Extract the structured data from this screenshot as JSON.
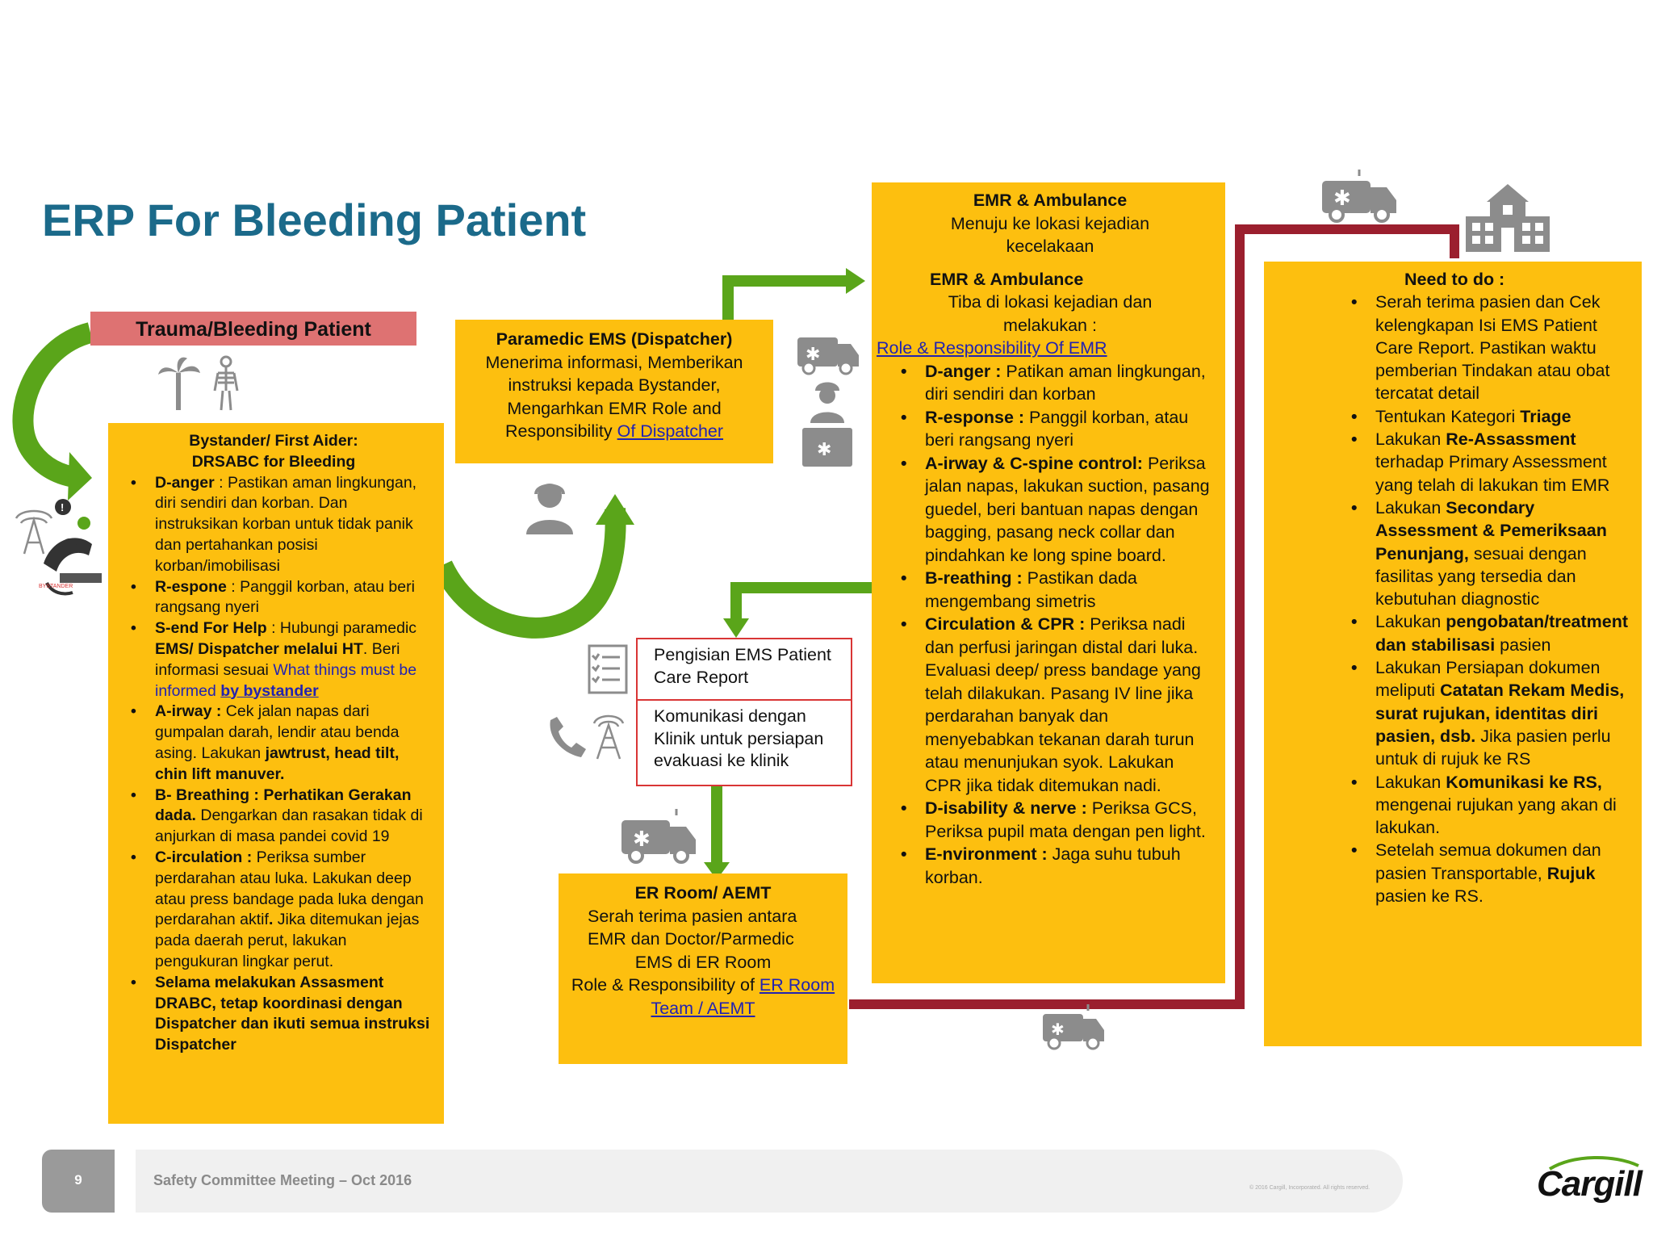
{
  "title": "ERP For Bleeding Patient",
  "trauma_header": "Trauma/Bleeding Patient",
  "bystander": {
    "heading1": "Bystander/ First Aider:",
    "heading2": "DRSABC for Bleeding",
    "items": [
      {
        "bold": "D-anger",
        "text": " : Pastikan aman lingkungan, diri sendiri dan korban. Dan instruksikan korban untuk tidak  panik dan pertahankan posisi  korban/imobilisasi"
      },
      {
        "bold": "R-espone",
        "text": " : Panggil korban, atau  beri rangsang nyeri"
      },
      {
        "bold": "S-end For Help",
        "text": " : Hubungi paramedic ",
        "bold2": "EMS/ Dispatcher melalui HT",
        "text2": ". Beri informasi sesuai ",
        "blue": "What things must be informed ",
        "link": "by bystander"
      },
      {
        "bold": "A-irway :",
        "text": " Cek jalan napas dari gumpalan darah, lendir atau benda  asing. Lakukan ",
        "bold2": "jawtrust, head tilt,  chin lift manuver."
      },
      {
        "bold": "B- Breathing : Perhatikan Gerakan dada.",
        "text": " Dengarkan dan rasakan tidak di anjurkan di masa  pandei covid 19"
      },
      {
        "bold": "C-irculation :",
        "text": " Periksa sumber perdarahan atau luka. Lakukan deep atau press bandage pada luka  dengan perdarahan aktif",
        "bold2": ".",
        "text2": " Jika  ditemukan jejas pada daerah perut,  lakukan pengukuran lingkar perut."
      },
      {
        "bold": "Selama melakukan Assasment DRABC, tetap koordinasi dengan  Dispatcher dan ikuti semua instruksi Dispatcher"
      }
    ]
  },
  "paramedic": {
    "heading": "Paramedic EMS (Dispatcher)",
    "body": "Menerima informasi, Memberikan instruksi kepada Bystander, Mengarhkan EMR Role and Responsibility ",
    "link": "Of Dispatcher"
  },
  "emr": {
    "heading1": "EMR & Ambulance",
    "line1": "Menuju ke lokasi kejadian kecelakaan",
    "heading2": "EMR & Ambulance",
    "line2": "Tiba di lokasi kejadian dan melakukan :",
    "link": "Role & Responsibility Of EMR",
    "items": [
      {
        "bold": "D-anger :",
        "text": " Patikan aman lingkungan, diri sendiri dan korban"
      },
      {
        "bold": "R-esponse :",
        "text": " Panggil korban, atau  beri rangsang nyeri"
      },
      {
        "bold": "A-irway & C-spine control:",
        "text": " Periksa jalan napas, lakukan suction, pasang guedel, beri bantuan napas dengan bagging, pasang neck collar dan pindahkan  ke long spine board."
      },
      {
        "bold": "B-reathing :",
        "text": " Pastikan dada  mengembang simetris"
      },
      {
        "bold": "Circulation & CPR :",
        "text": " Periksa nadi  dan perfusi jaringan distal dari luka. Evaluasi deep/ press bandage yang telah dilakukan. Pasang IV line jika perdarahan banyak dan menyebabkan tekanan darah turun atau menunjukan syok. Lakukan CPR jika tidak ditemukan nadi."
      },
      {
        "bold": "D-isability & nerve :",
        "text": " Periksa GCS, Periksa pupil mata dengan  pen light."
      },
      {
        "bold": "E-nvironment :",
        "text": " Jaga suhu tubuh korban."
      }
    ]
  },
  "need": {
    "heading": "Need to do :",
    "items": [
      {
        "text": "Serah terima pasien dan Cek kelengkapan Isi EMS Patient  Care Report. Pastikan waktu  pemberian Tindakan atau  obat tercatat detail"
      },
      {
        "text": "Tentukan Kategori ",
        "bold": "Triage"
      },
      {
        "text": "Lakukan  ",
        "bold": "Re-Assassment",
        "text2": " terhadap Primary Assessment yang telah di  lakukan tim EMR"
      },
      {
        "text": "Lakukan ",
        "bold": "Secondary Assessment & Pemeriksaan Penunjang,",
        "text2": " sesuai dengan fasilitas yang  tersedia dan kebutuhan diagnostic"
      },
      {
        "text": "Lakukan ",
        "bold": "pengobatan/treatment dan  stabilisasi",
        "text2": " pasien"
      },
      {
        "text": "Lakukan Persiapan dokumen  meliputi ",
        "bold": "Catatan Rekam Medis, surat rujukan, identitas diri pasien, dsb.",
        "text2": " Jika pasien perlu untuk di rujuk ke RS"
      },
      {
        "text": "Lakukan ",
        "bold": "Komunikasi ke RS,",
        "text2": "  mengenai rujukan yang akan  di lakukan."
      },
      {
        "text": "Setelah semua dokumen dan  pasien Transportable, ",
        "bold": "Rujuk",
        "text2": " pasien ke RS."
      }
    ]
  },
  "pengisian": "Pengisian EMS Patient Care Report",
  "komunikasi": "Komunikasi dengan Klinik untuk persiapan  evakuasi ke klinik",
  "er": {
    "heading": "ER Room/ AEMT",
    "body": "Serah terima pasien antara  EMR dan Doctor/Parmedic",
    "body2": "EMS di ER Room",
    "rr": "Role & Responsibility of ",
    "link": "ER Room Team / AEMT"
  },
  "footer": {
    "page": "9",
    "text": "Safety Committee Meeting – Oct 2016",
    "copyright": "© 2016 Cargill, Incorporated. All rights reserved.",
    "logo": "Cargill",
    "bystander_tag": "BYSTANDER"
  },
  "colors": {
    "yellow": "#fdbf0f",
    "green": "#5aa51a",
    "darkred": "#9b1f2e",
    "teal": "#1b6a8a",
    "pink": "#de7272",
    "icon": "#8c8c8c"
  }
}
